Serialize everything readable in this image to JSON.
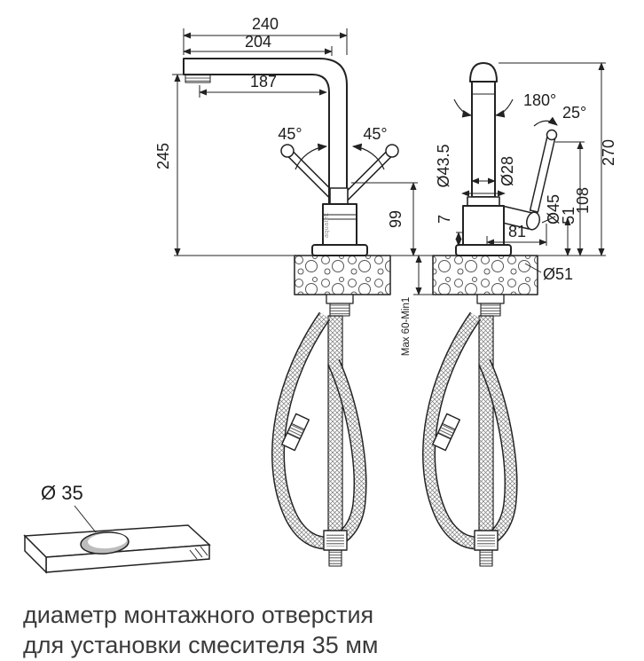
{
  "drawing": {
    "brand": "aquatek",
    "dims": {
      "d240": "240",
      "d204": "204",
      "d187": "187",
      "d245": "245",
      "a45l": "45°",
      "a45r": "45°",
      "d99": "99",
      "d7": "7",
      "a180": "180°",
      "a25": "25°",
      "d270": "270",
      "dia43": "Ø43.5",
      "dia28": "Ø28",
      "d108": "108",
      "d51": "51",
      "dia45": "Ø45",
      "d81": "81",
      "dia51": "Ø51",
      "maxmin": "Max 60-Min1",
      "dia35": "Ø 35"
    }
  },
  "caption": {
    "line1": "диаметр монтажного отверстия",
    "line2": "для установки смесителя 35 мм"
  },
  "colors": {
    "line": "#222222",
    "text": "#1d1d1d"
  }
}
